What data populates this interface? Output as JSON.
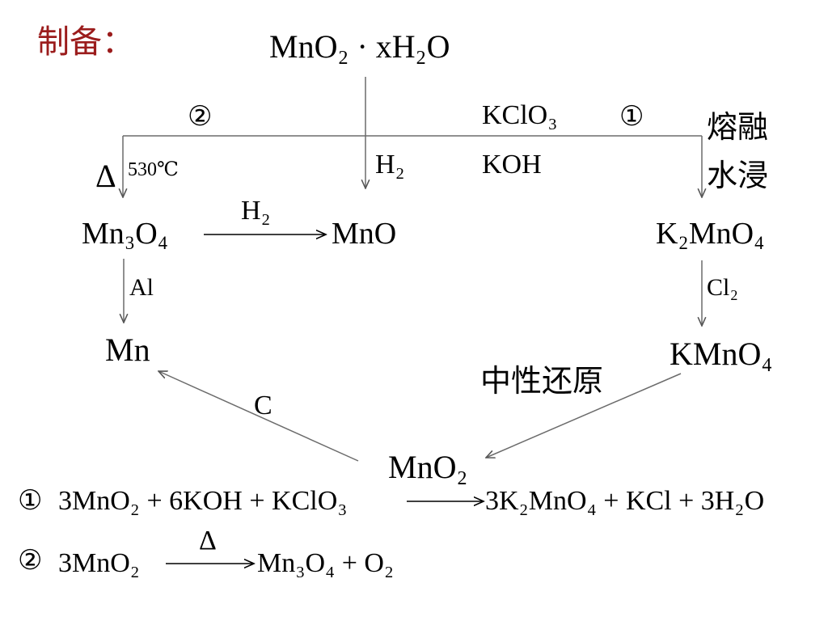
{
  "colors": {
    "title": "#9b1c1c",
    "text": "#000000",
    "line": "#6b6b6b"
  },
  "title": "制备：",
  "top": {
    "pre": "MnO",
    "sub1": "2",
    "mid": " · xH",
    "sub2": "2",
    "post": "O"
  },
  "route2": {
    "number": "②",
    "heat": "Δ",
    "temperature": "530℃"
  },
  "route1": {
    "number": "①",
    "reagent1_pre": "KClO",
    "reagent1_sub": "3",
    "reagent2": "KOH",
    "cond_line1": "熔融",
    "cond_line2": "水浸"
  },
  "h2_down": {
    "pre": "H",
    "sub": "2"
  },
  "mn3o4": {
    "a": "Mn",
    "s1": "3",
    "b": "O",
    "s2": "4"
  },
  "h2_right": {
    "pre": "H",
    "sub": "2"
  },
  "mno": "MnO",
  "k2mno4": {
    "a": "K",
    "s1": "2",
    "b": "MnO",
    "s2": "4"
  },
  "al": "Al",
  "cl2": {
    "pre": "Cl",
    "sub": "2"
  },
  "mn": "Mn",
  "kmno4": {
    "pre": "KMnO",
    "sub": "4"
  },
  "neutral_reduction": "中性还原",
  "c_label": "C",
  "mno2_bottom": {
    "pre": "MnO",
    "sub": "2"
  },
  "eq1": {
    "number": "①",
    "l1": "3MnO",
    "l1s": "2",
    "plus1": " + 6KOH + KClO",
    "l2s": "3",
    "r1": "3K",
    "r1s": "2",
    "r2": "MnO",
    "r2s": "4",
    "r3": " + KCl + 3H",
    "r3s": "2",
    "r4": "O"
  },
  "eq2": {
    "number": "②",
    "l1": "3MnO",
    "l1s": "2",
    "cond": "Δ",
    "r1": "Mn",
    "r1s": "3",
    "r2": "O",
    "r2s": "4",
    "r3": " + O",
    "r3s": "2"
  }
}
